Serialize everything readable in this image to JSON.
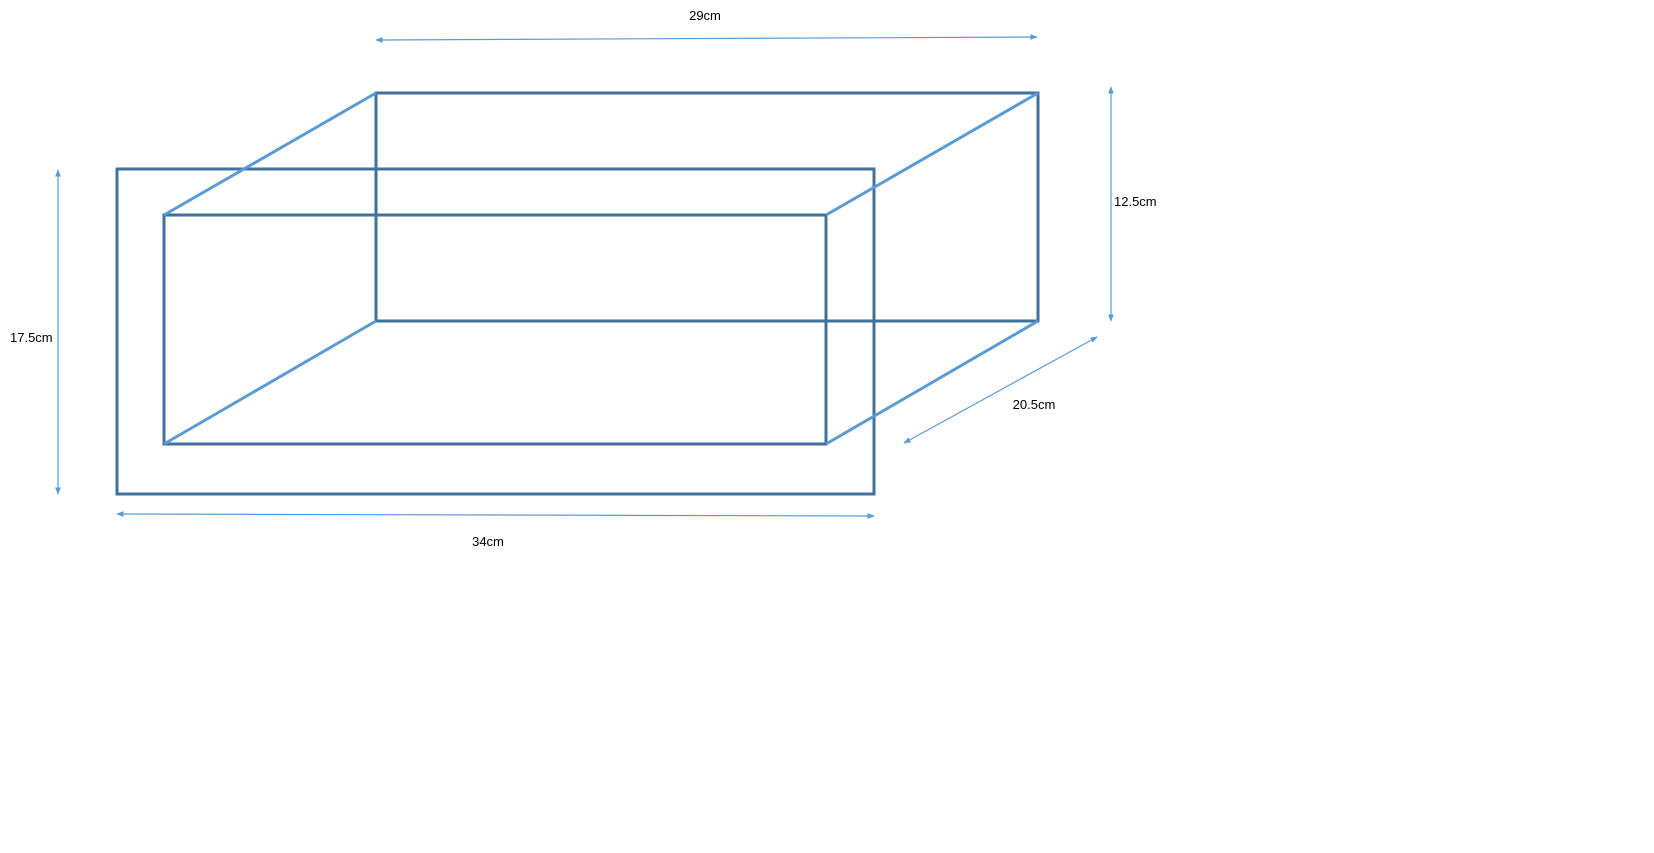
{
  "diagram": {
    "title": "",
    "colors": {
      "frame": "#41719c",
      "edge": "#5b9bd5",
      "dimension": "#5b9bd5"
    },
    "dimensions": {
      "back_width": "29cm",
      "outer_height": "17.5cm",
      "inner_height": "12.5cm",
      "depth": "20.5cm",
      "outer_width": "34cm"
    }
  }
}
